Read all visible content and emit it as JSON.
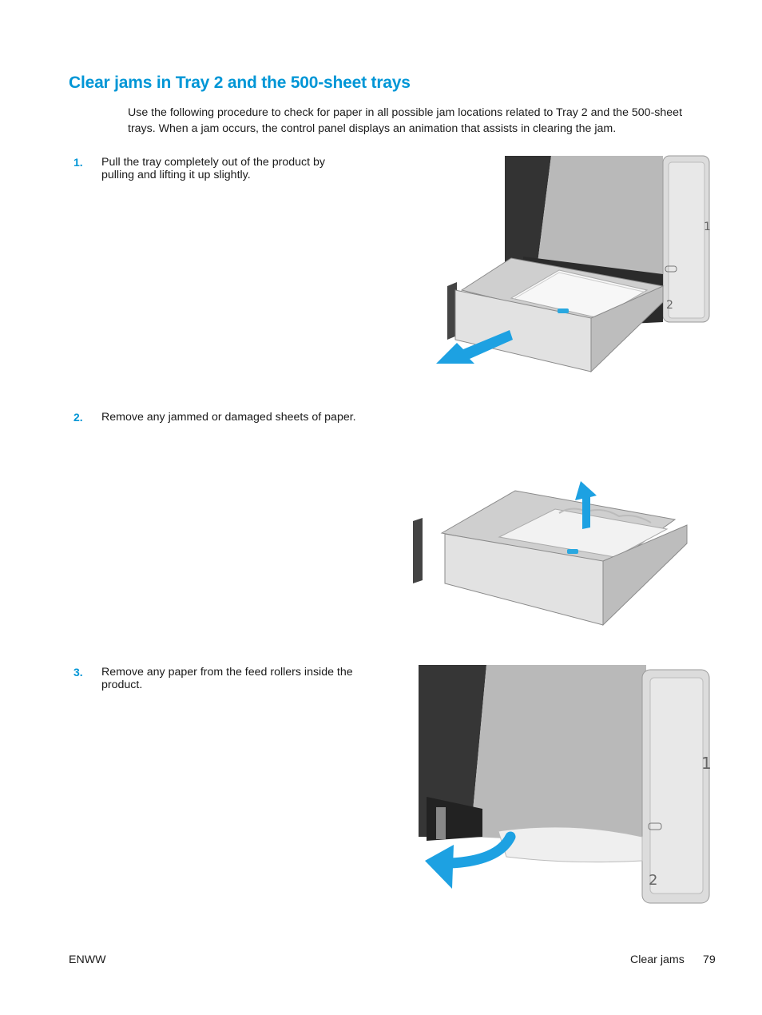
{
  "title": "Clear jams in Tray 2 and the 500-sheet trays",
  "intro": "Use the following procedure to check for paper in all possible jam locations related to Tray 2 and the 500-sheet trays. When a jam occurs, the control panel displays an animation that assists in clearing the jam.",
  "steps": [
    {
      "number": "1.",
      "text": "Pull the tray completely out of the product by pulling and lifting it up slightly."
    },
    {
      "number": "2.",
      "text": "Remove any jammed or damaged sheets of paper."
    },
    {
      "number": "3.",
      "text": "Remove any paper from the feed rollers inside the product."
    }
  ],
  "illustration_labels": {
    "tray_one": "1",
    "tray_two": "2"
  },
  "colors": {
    "accent": "#0096d6",
    "arrow": "#1da1e2",
    "printer_gray": "#bdbdbd",
    "printer_dark": "#3a3a3a"
  },
  "footer": {
    "left": "ENWW",
    "section": "Clear jams",
    "page": "79"
  }
}
